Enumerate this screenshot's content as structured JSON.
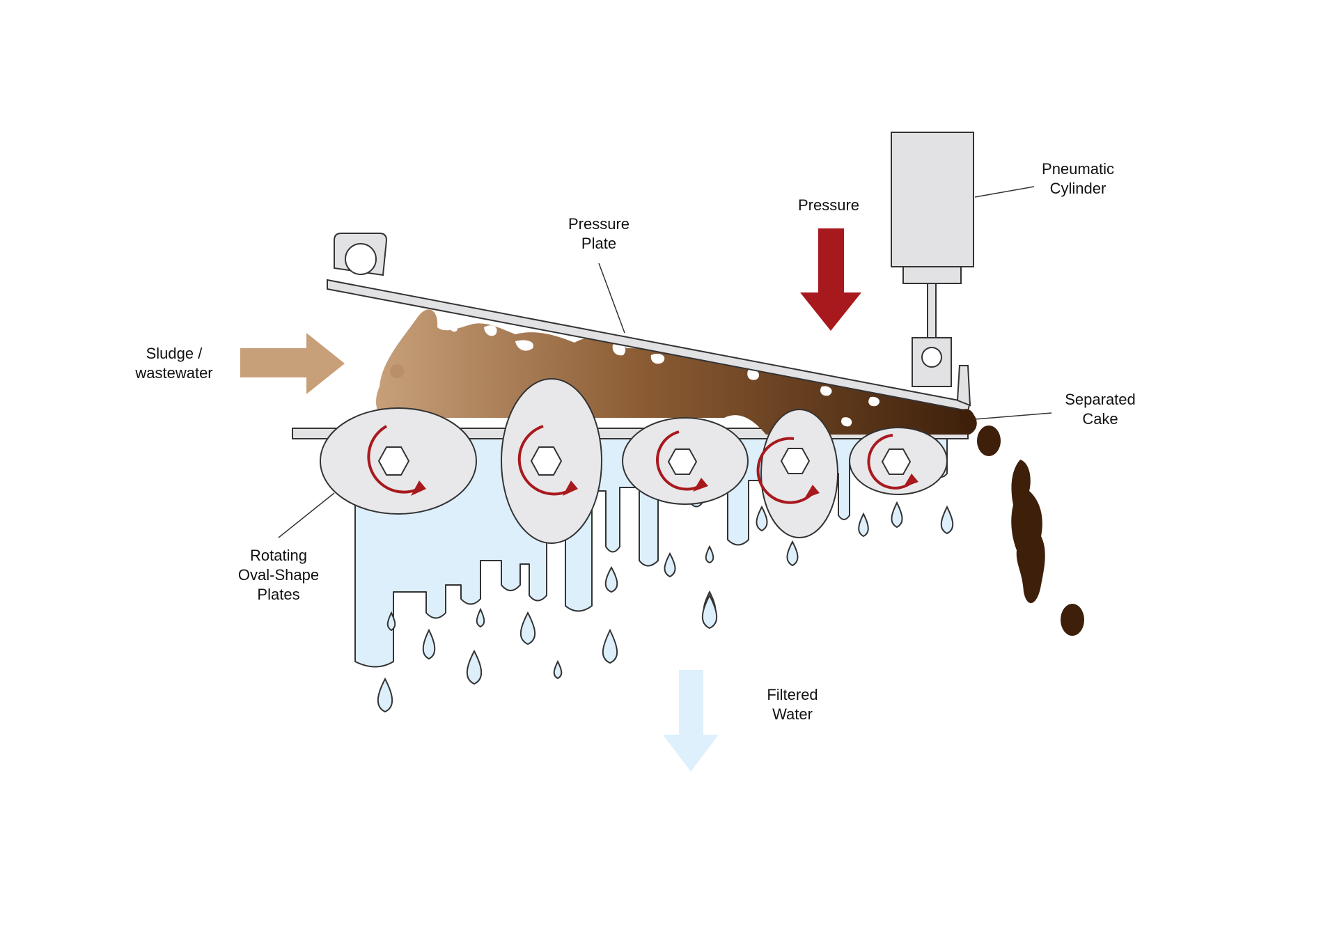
{
  "labels": {
    "sludge": [
      "Sludge /",
      "wastewater"
    ],
    "pressure_plate": [
      "Pressure",
      "Plate"
    ],
    "pressure": [
      "Pressure"
    ],
    "pneumatic_cylinder": [
      "Pneumatic",
      "Cylinder"
    ],
    "separated_cake": [
      "Separated",
      "Cake"
    ],
    "oval_plates": [
      "Rotating",
      "Oval-Shape",
      "Plates"
    ],
    "filtered_water": [
      "Filtered",
      "Water"
    ]
  },
  "colors": {
    "sludge_light": "#C7A07A",
    "sludge_dark": "#3D1F0A",
    "pressure_arrow": "#A8191E",
    "water_fill": "#DCEFFB",
    "water_arrow": "#DDF0FC",
    "machine_grey": "#E2E2E4",
    "outline": "#333333",
    "rotation_arrow": "#A8191E"
  },
  "icons": [
    "hexagon-bolt-icon",
    "rotation-arrow-icon",
    "right-arrow-icon",
    "down-arrow-icon"
  ]
}
